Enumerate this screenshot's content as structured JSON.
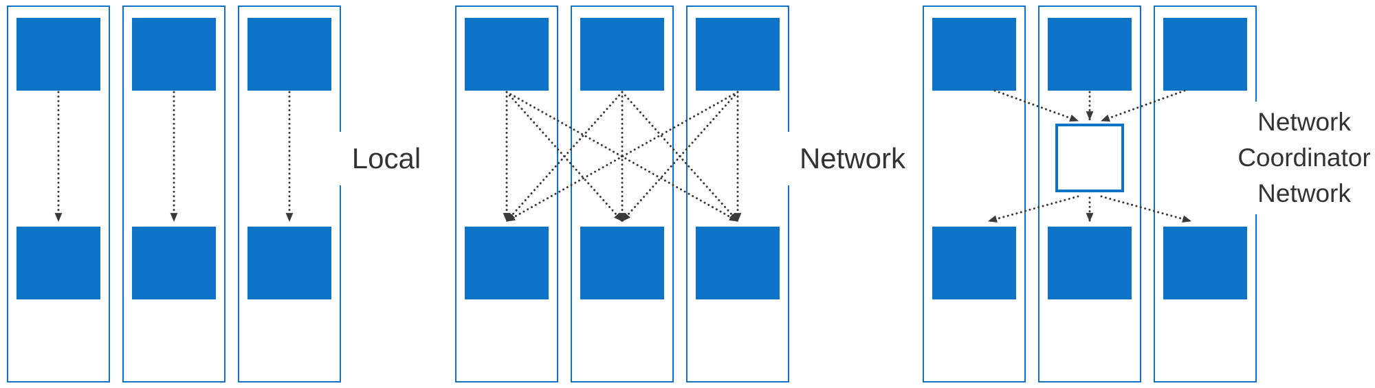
{
  "labels": {
    "local": "Local",
    "network": "Network",
    "coordinator_lines": [
      "Network",
      "Coordinator",
      "Network"
    ]
  },
  "colors": {
    "blue": "#0E72C6",
    "arrow": "#3A3A3A",
    "text": "#333333",
    "background": "#FFFFFF"
  }
}
